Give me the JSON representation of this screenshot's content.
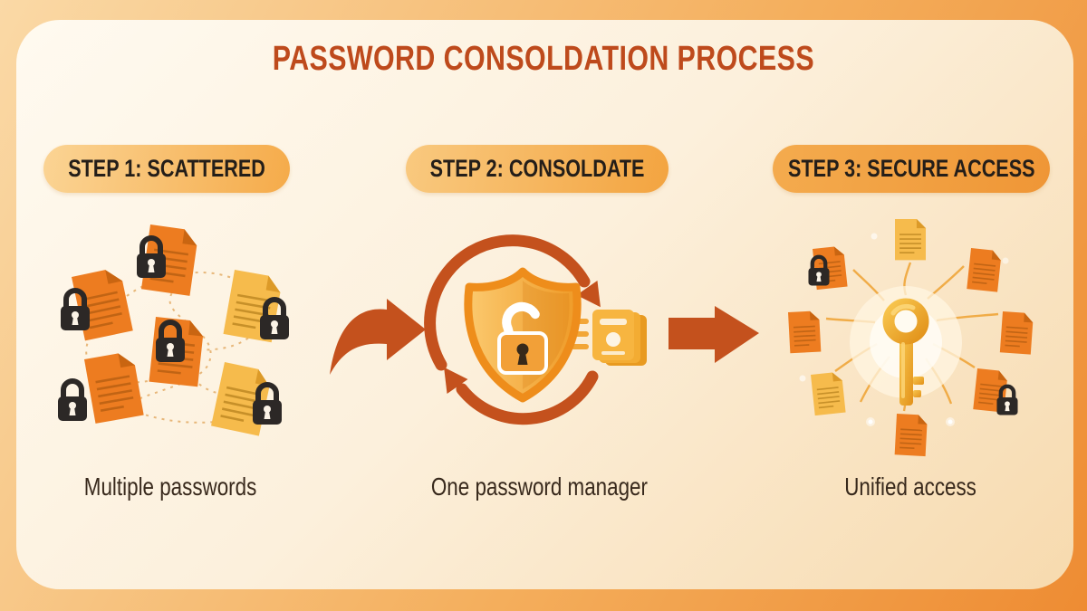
{
  "title": "PASSWORD CONSOLDATION PROCESS",
  "steps": [
    {
      "label": "STEP 1: SCATTERED",
      "caption": "Multiple passwords",
      "icon": "scattered-locked-documents-icon"
    },
    {
      "label": "STEP 2: CONSOLDATE",
      "caption": "One password manager",
      "icon": "shield-lock-sync-icon"
    },
    {
      "label": "STEP 3: SECURE ACCESS",
      "caption": "Unified access",
      "icon": "master-key-radial-documents-icon"
    }
  ],
  "connectors": [
    "curved-right-arrow-icon",
    "block-right-arrow-icon"
  ],
  "colors": {
    "title_text": "#BE4A1C",
    "arrow": "#C4511D",
    "pill_text": "#241E19",
    "caption_text": "#38291C",
    "document_orange": "#ED7C20",
    "document_yellow": "#F6BB4C",
    "padlock": "#2C2826",
    "shield_border": "#EE8D1B",
    "key_gold": "#F0AC2E",
    "panel_background": "#FCF0DC",
    "outer_background": "#EE8C33"
  }
}
